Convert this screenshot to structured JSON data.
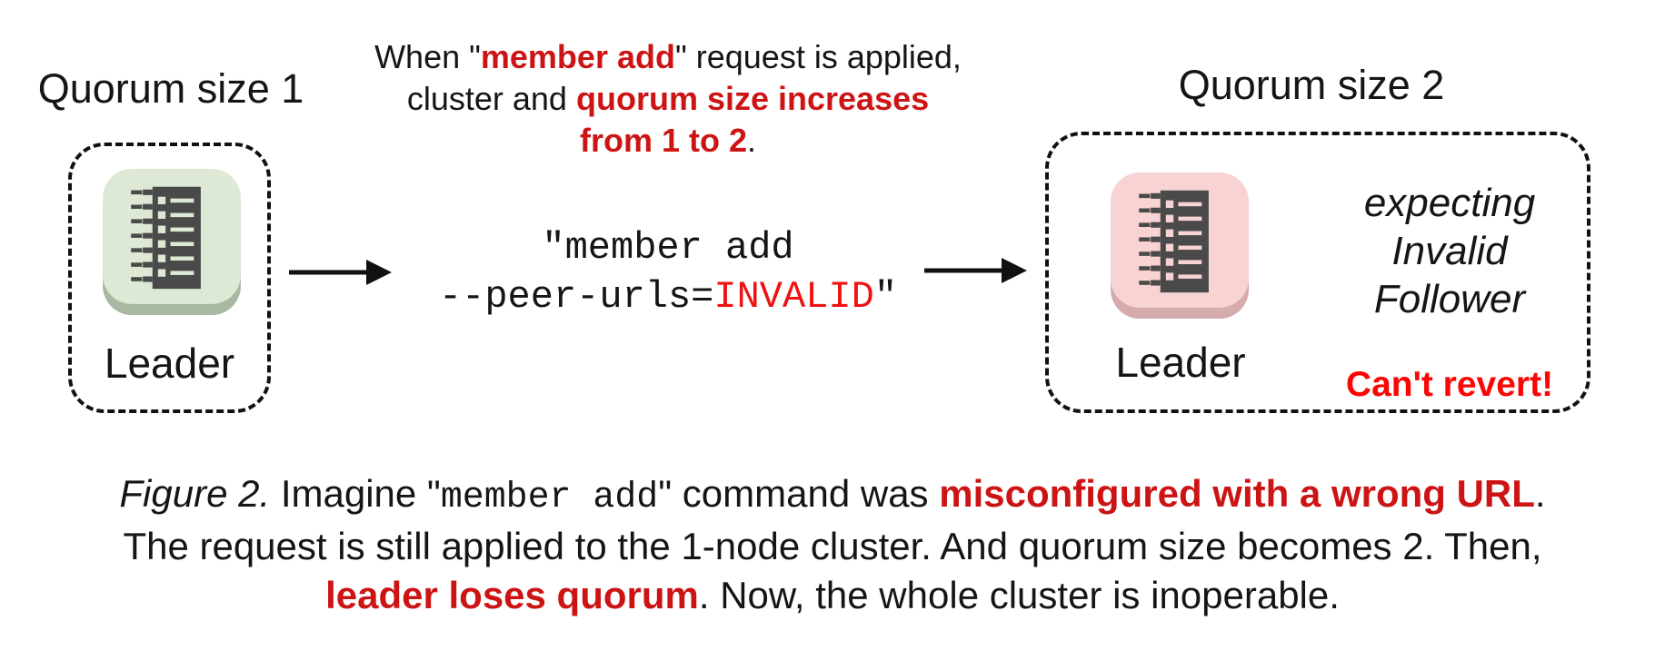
{
  "figure": {
    "type": "diagram",
    "topic": "etcd member add misconfiguration losing quorum"
  },
  "colors": {
    "text": "#151515",
    "red_bold": "#cc1414",
    "red_invalid": "#ee1212",
    "red_warning": "#fb0505",
    "icon_dark": "#4a4a4a",
    "node_green_bg": "#dde9d4",
    "node_green_edge": "#a9b8a1",
    "node_pink_bg": "#f8d3d3",
    "node_pink_edge": "#d6abac"
  },
  "left_cluster": {
    "heading": "Quorum size 1",
    "node_label": "Leader",
    "node_icon": "etcd-server-icon-green"
  },
  "right_cluster": {
    "heading": "Quorum size 2",
    "node_label": "Leader",
    "expect_note": {
      "line1": "expecting",
      "line2": "Invalid",
      "line3": "Follower"
    },
    "warning": "Can't revert!"
  },
  "top_note": {
    "line1": [
      {
        "text": "When \""
      },
      {
        "text": "member add",
        "style": "red-bold"
      },
      {
        "text": "\" request is applied,"
      }
    ],
    "line2": [
      {
        "text": "cluster and "
      },
      {
        "text": "quorum size increases",
        "style": "red-bold"
      }
    ],
    "line3": [
      {
        "text": "from 1 to 2",
        "style": "red-bold"
      },
      {
        "text": "."
      }
    ]
  },
  "command": {
    "line1": "\"member add",
    "line2": [
      {
        "text": "--peer-urls="
      },
      {
        "text": "INVALID",
        "style": "red"
      },
      {
        "text": "\""
      }
    ]
  },
  "caption": {
    "line1": [
      {
        "text": "Figure 2.",
        "style": "italic"
      },
      {
        "text": " Imagine \""
      },
      {
        "text": "member add",
        "style": "mono"
      },
      {
        "text": "\" command was "
      },
      {
        "text": "misconfigured with a wrong URL",
        "style": "red-bold"
      },
      {
        "text": "."
      }
    ],
    "line2": [
      {
        "text": "The request is still applied to the 1-node cluster. And quorum size becomes 2. Then,"
      }
    ],
    "line3": [
      {
        "text": "leader loses quorum",
        "style": "red-bold"
      },
      {
        "text": ". Now, the whole cluster is inoperable."
      }
    ]
  }
}
